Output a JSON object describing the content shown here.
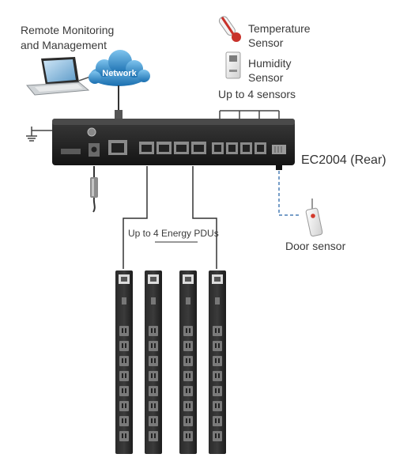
{
  "labels": {
    "remote_line1": "Remote Monitoring",
    "remote_line2": "and Management",
    "network": "Network",
    "temperature_line1": "Temperature",
    "temperature_line2": "Sensor",
    "humidity_line1": "Humidity",
    "humidity_line2": "Sensor",
    "sensors_count": "Up to 4 sensors",
    "device": "EC2004 (Rear)",
    "pdus": "Up to 4 Energy PDUs",
    "door": "Door sensor"
  },
  "icons": [
    "laptop-icon",
    "network-cloud-icon",
    "ground-symbol-icon",
    "power-adapter-icon",
    "thermometer-icon",
    "humidity-sensor-icon",
    "door-sensor-icon",
    "pdu-icon"
  ],
  "colors": {
    "device_body": "#1f1f1f",
    "cloud": "#1d7fc4",
    "thermometer_bulb": "#c8322b",
    "door_sensor_led": "#d33a2c",
    "connector_line": "#333333",
    "door_line": "#4a7fb5"
  },
  "pdu_count": 4
}
